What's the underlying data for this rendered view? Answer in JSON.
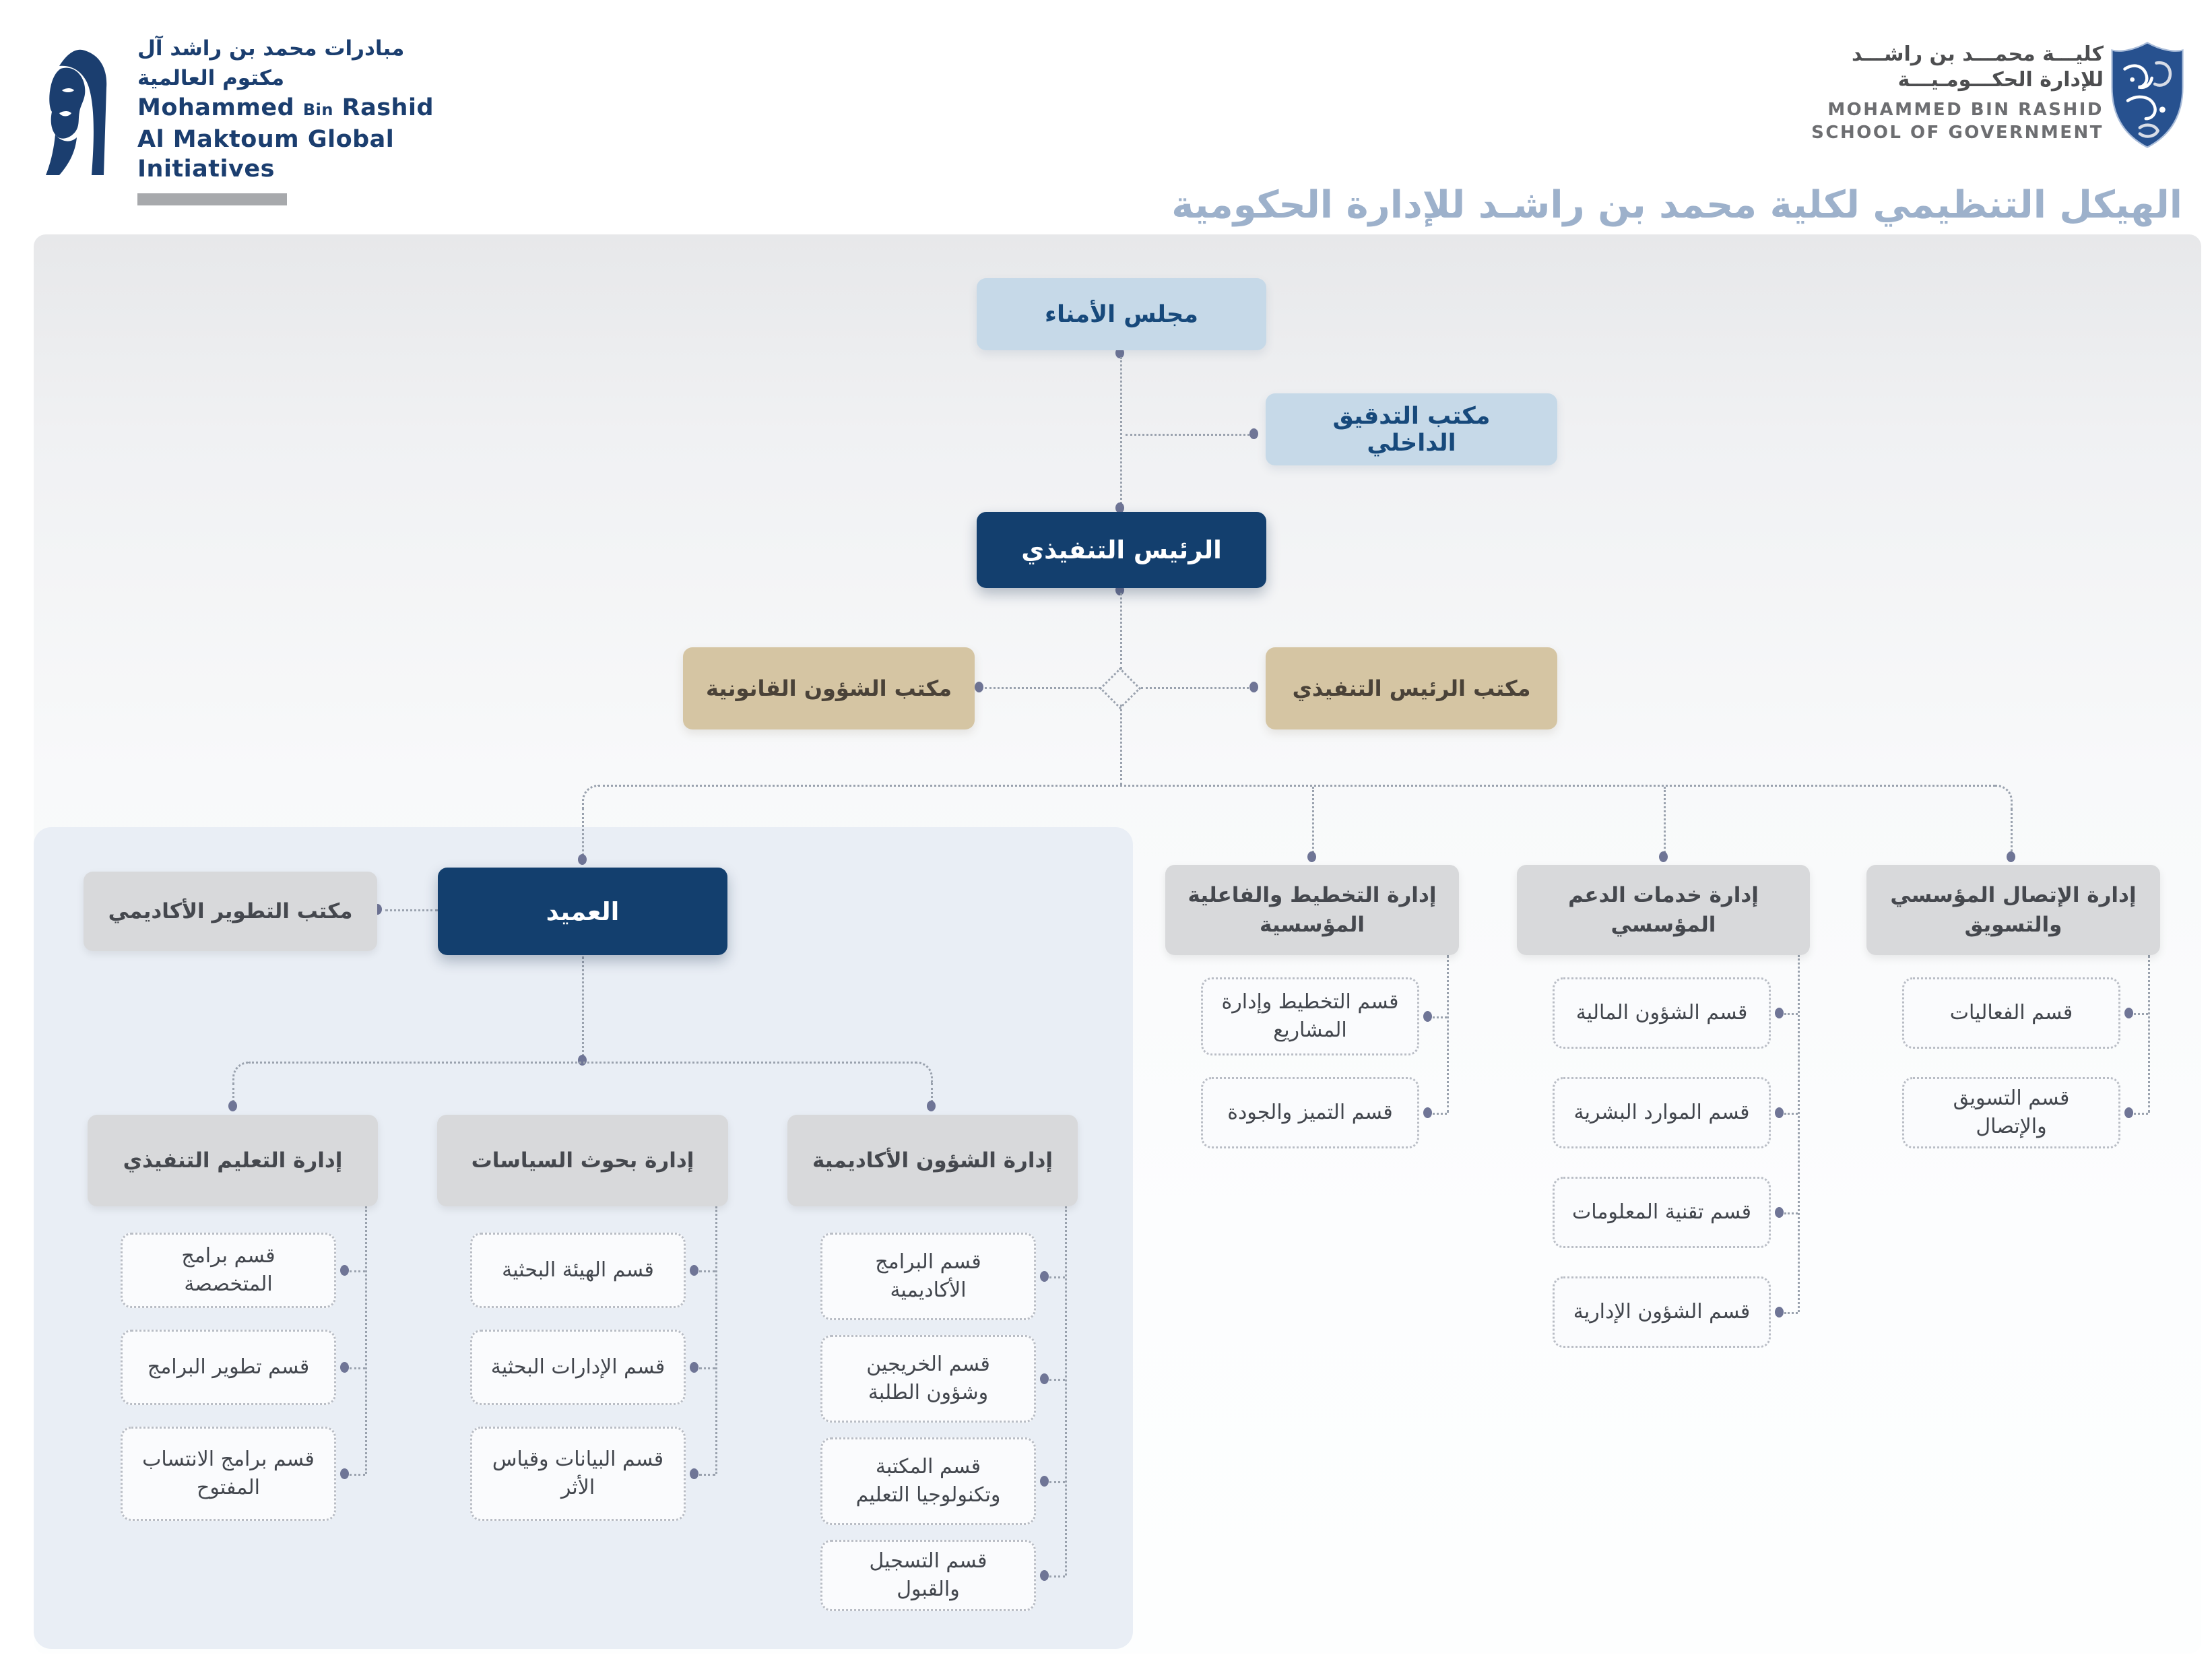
{
  "header": {
    "mbrgi_logo": {
      "arabic": "مبادرات محمد بن راشد آل مكتوم العالمية",
      "english_name_1": "Mohammed",
      "english_name_bin": "Bin",
      "english_name_2": "Rashid",
      "english_line2": "Al Maktoum Global Initiatives"
    },
    "mbrsg_logo": {
      "arabic_line1": "كليـــة محمـــد بن راشـــد",
      "arabic_line2": "للإدارة الحكـــومـيـــة",
      "english_line1": "MOHAMMED BIN RASHID",
      "english_line2": "SCHOOL OF GOVERNMENT"
    }
  },
  "title": "الهيكل التنظيمي لكلية محمد بن راشـد للإدارة الحكومية",
  "org": {
    "board": "مجلس الأمناء",
    "internal_audit": "مكتب التدقيق الداخلي",
    "ceo": "الرئيس التنفيذي",
    "legal_office": "مكتب الشؤون القانونية",
    "ceo_office": "مكتب الرئيس التنفيذي",
    "dean": "العميد",
    "academic_development_office": "مكتب التطوير الأكاديمي",
    "dean_departments": [
      {
        "name": "إدارة التعليم التنفيذي",
        "sections": [
          "قسم برامج المتخصصة",
          "قسم تطوير البرامج",
          "قسم برامج الانتساب المفتوح"
        ]
      },
      {
        "name": "إدارة بحوث السياسات",
        "sections": [
          "قسم الهيئة البحثية",
          "قسم الإدارات البحثية",
          "قسم البيانات وقياس الأثر"
        ]
      },
      {
        "name": "إدارة الشؤون الأكاديمية",
        "sections": [
          "قسم البرامج الأكاديمية",
          "قسم الخريجين وشؤون الطلبة",
          "قسم المكتبة وتكنولوجيا التعليم",
          "قسم التسجيل والقبول"
        ]
      }
    ],
    "ceo_departments": [
      {
        "name": "إدارة التخطيط والفاعلية المؤسسية",
        "sections": [
          "قسم التخطيط وإدارة المشاريع",
          "قسم التميز والجودة"
        ]
      },
      {
        "name": "إدارة خدمات الدعم المؤسسي",
        "sections": [
          "قسم الشؤون المالية",
          "قسم الموارد البشرية",
          "قسم تقنية المعلومات",
          "قسم الشؤون الإدارية"
        ]
      },
      {
        "name": "إدارة الإتصال المؤسسي والتسويق",
        "sections": [
          "قسم الفعاليات",
          "قسم التسويق والإتصال"
        ]
      }
    ]
  },
  "colors": {
    "navy": "#133f6e",
    "light_blue": "#c6d9e8",
    "tan": "#d5c5a3",
    "gray_box": "#d8d9db",
    "panel": "#e9eef5",
    "title": "#9db1cb",
    "line": "#9aa2ae",
    "dot": "#6f7596",
    "logo_navy": "#1b3e6f"
  }
}
